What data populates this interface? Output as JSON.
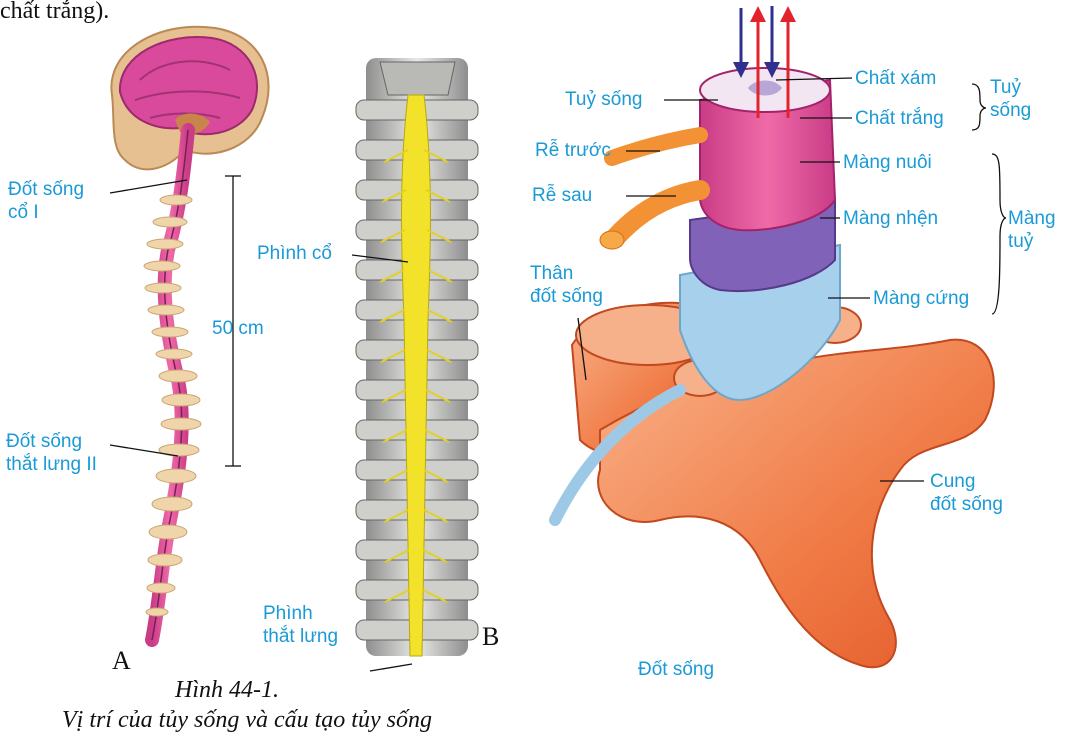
{
  "top_fragment": "chất trắng).",
  "caption": {
    "figure": "Hình 44-1.",
    "sub": "Vị trí của tủy sống và cấu tạo tủy sống"
  },
  "panel_a": {
    "letter": "A",
    "labels": {
      "cervical_1": "Đốt sống\ncổ I",
      "length": "50 cm",
      "lumbar_2": "Đốt sống\nthắt lưng II"
    }
  },
  "panel_b": {
    "letter": "B",
    "labels": {
      "cervical_enlargement": "Phình cổ",
      "lumbar_enlargement": "Phình\nthắt lưng"
    }
  },
  "panel_c": {
    "labels": {
      "spinal_cord": "Tuỷ sống",
      "grey_matter": "Chất xám",
      "white_matter": "Chất trắng",
      "cord_group": "Tuỷ\nsống",
      "anterior_root": "Rễ trước",
      "posterior_root": "Rễ sau",
      "pia": "Màng nuôi",
      "arachnoid": "Màng nhện",
      "dura": "Màng cứng",
      "meninges_group": "Màng\ntuỷ",
      "vertebral_body": "Thân\nđốt sống",
      "vertebral_arch": "Cung\nđốt sống",
      "vertebra": "Đốt sống"
    }
  },
  "colors": {
    "label": "#1a9ad6",
    "arrow_down": "#2e2f8f",
    "arrow_up": "#e3232b",
    "brain": "#d94a9c",
    "cord": "#e2468f",
    "bone_orange": "#f0864f",
    "nerve_yellow": "#f2e229"
  }
}
